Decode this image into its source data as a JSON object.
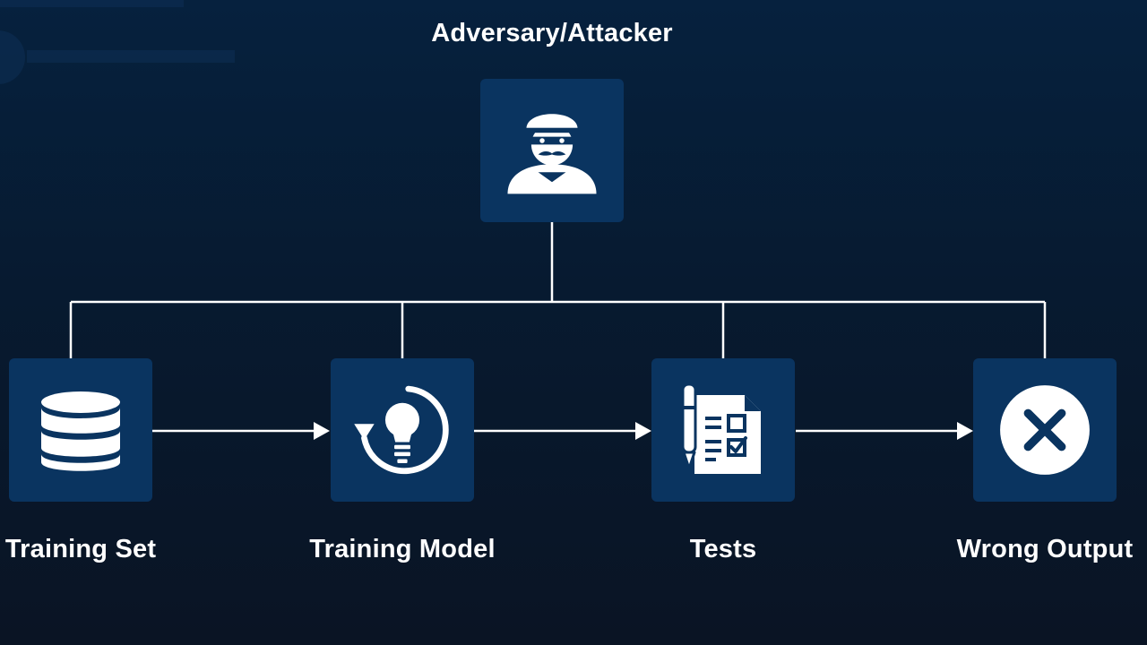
{
  "attacker": {
    "label": "Adversary/Attacker",
    "icon": "attacker-icon"
  },
  "nodes": [
    {
      "id": "training-set",
      "label": "Training Set",
      "icon": "database-icon"
    },
    {
      "id": "training-model",
      "label": "Training Model",
      "icon": "lightbulb-cycle-icon"
    },
    {
      "id": "tests",
      "label": "Tests",
      "icon": "checklist-pen-icon"
    },
    {
      "id": "wrong-output",
      "label": "Wrong Output",
      "icon": "x-circle-icon"
    }
  ],
  "colors": {
    "background_top": "#06213e",
    "background_bottom": "#0a1424",
    "box": "#0a3460",
    "line": "#ffffff",
    "icon": "#ffffff"
  }
}
